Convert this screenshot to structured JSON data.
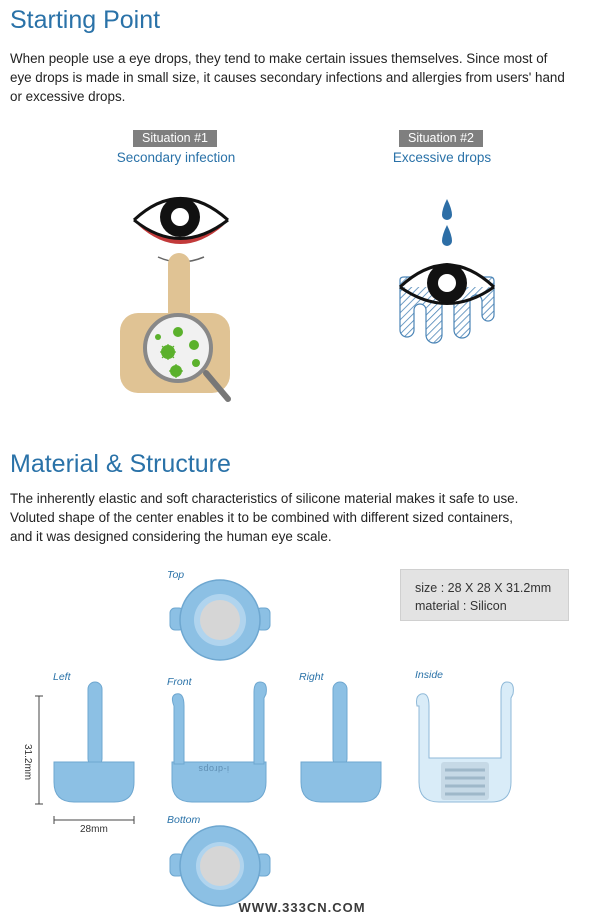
{
  "section1": {
    "title": "Starting Point",
    "lines": [
      "When people use a eye drops, they tend to make certain issues themselves. Since most of",
      "eye drops is made in small size, it causes secondary infections and allergies from users' hand",
      "or excessive drops."
    ]
  },
  "situations": [
    {
      "badge": "Situation #1",
      "subtitle": "Secondary infection"
    },
    {
      "badge": "Situation #2",
      "subtitle": "Excessive drops"
    }
  ],
  "section2": {
    "title": "Material & Structure",
    "lines": [
      "The inherently elastic and soft characteristics of silicone material makes it safe to use.",
      "Voluted shape of the center enables it to be combined with different sized containers,",
      "and it was designed considering the human eye scale."
    ]
  },
  "spec": {
    "size": "size :  28 X 28 X 31.2mm",
    "material": "material : Silicon"
  },
  "views": {
    "top": "Top",
    "left": "Left",
    "front": "Front",
    "right": "Right",
    "inside": "Inside",
    "bottom": "Bottom"
  },
  "dimensions": {
    "height": "31.2mm",
    "width": "28mm"
  },
  "product_marking": "i-drops",
  "watermark": "WWW.333CN.COM",
  "colors": {
    "heading": "#2a72a8",
    "badge": "#7f7f7f",
    "silicone": "#8cc0e4",
    "skin": "#e0c394",
    "germ": "#5bb12c"
  }
}
